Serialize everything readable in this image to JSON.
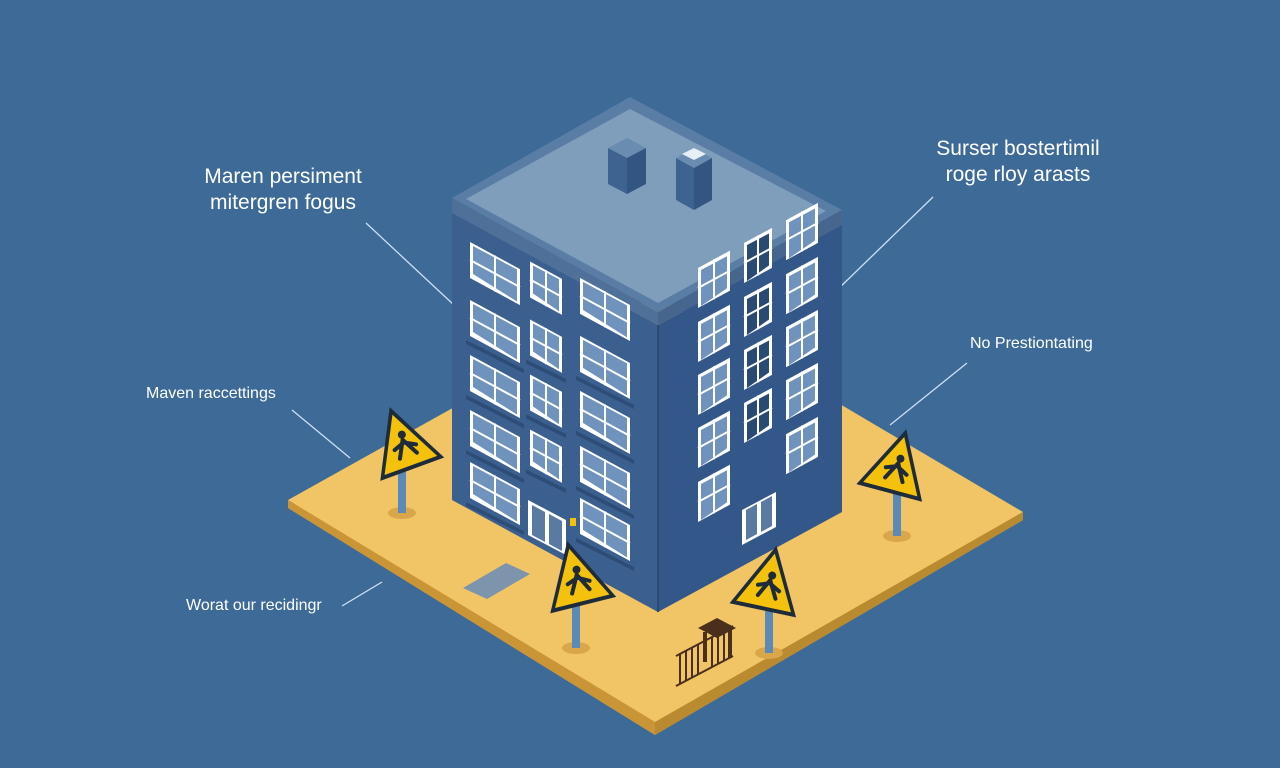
{
  "colors": {
    "background": "#3d6a97",
    "ground": "#f1c566",
    "ground_edge": "#d9a64a",
    "building_front": "#3b5f8f",
    "building_side": "#34578a",
    "roof": "#7f9ebc",
    "window": "#ffffff",
    "sign": "#f4c20d",
    "sign_border": "#1e2b3a"
  },
  "callouts": {
    "top_left": {
      "line1": "Maren persiment",
      "line2": "mitergren fogus"
    },
    "top_right": {
      "line1": "Surser bostertimil",
      "line2": "roge rloy arasts"
    },
    "mid_left": "Maven raccettings",
    "mid_right": "No Prestiontating",
    "bottom_left": "Worat our recidingr"
  },
  "icons": {
    "building": "apartment-building-icon",
    "warning_sign": "warning-sign-icon",
    "gate": "gate-icon"
  }
}
